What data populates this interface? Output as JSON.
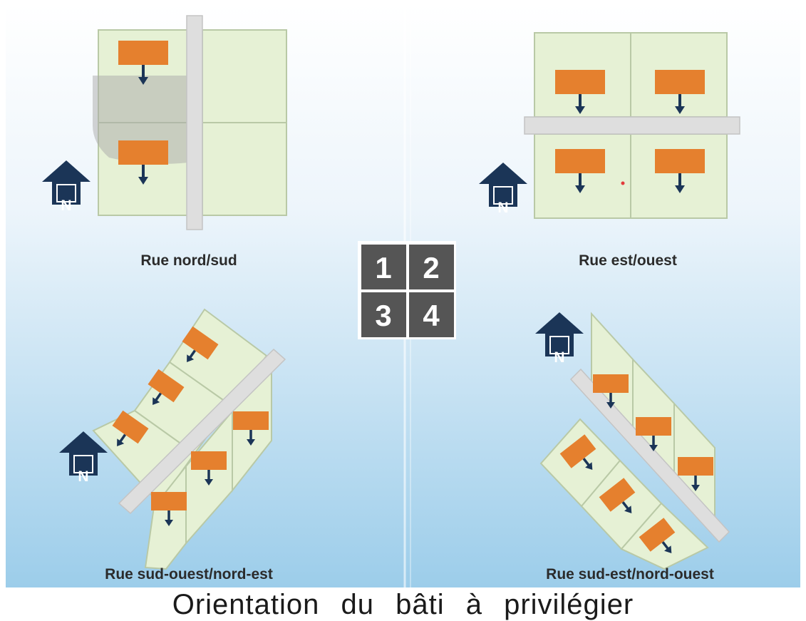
{
  "caption": "Orientation du bâti à privilégier",
  "panels": [
    {
      "id": 1,
      "label": "Rue nord/sud"
    },
    {
      "id": 2,
      "label": "Rue est/ouest"
    },
    {
      "id": 3,
      "label": "Rue sud-ouest/nord-est"
    },
    {
      "id": 4,
      "label": "Rue sud-est/nord-ouest"
    }
  ],
  "legend_numbers": [
    "1",
    "2",
    "3",
    "4"
  ],
  "north_symbol": "N",
  "colors": {
    "background_top": "#ffffff",
    "background_bottom": "#9ccdea",
    "parcel": "#e6f1d5",
    "parcel_border": "#b9c9a6",
    "road": "#dedede",
    "building": "#e5802e",
    "arrow": "#1b3557",
    "north_marker": "#1b3557",
    "legend_tile": "#555555",
    "shade": "#a9a9a9"
  },
  "icons": [
    "north-arrow-icon",
    "orientation-arrow-icon",
    "building-icon"
  ]
}
